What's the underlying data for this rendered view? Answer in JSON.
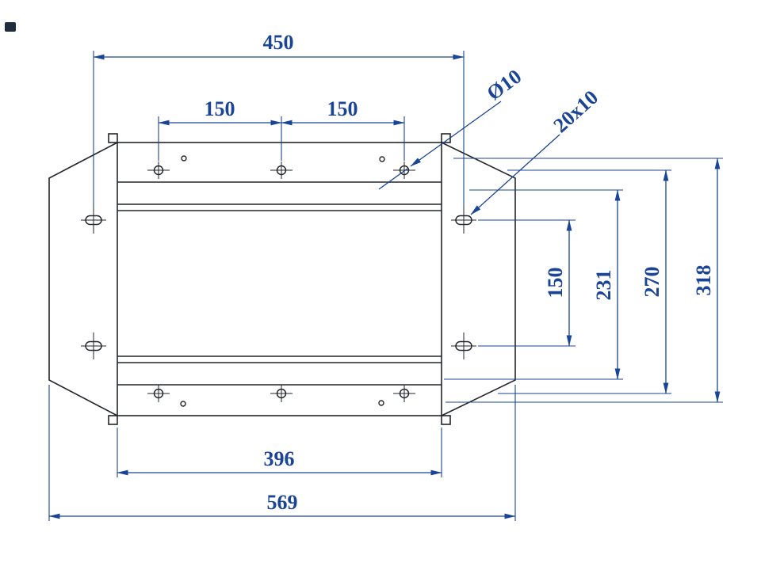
{
  "drawing": {
    "kind": "technical-drawing",
    "subject": "mounting-plate-top-view",
    "colors": {
      "dimension_blue": "#1a4494",
      "part_line": "#23262b",
      "background": "#ffffff"
    },
    "dimensions": {
      "top_slot_span": "450",
      "top_hole_pitch_left": "150",
      "top_hole_pitch_right": "150",
      "hole_diameter_callout": "Ø10",
      "slot_size_callout": "20x10",
      "right_slot_pitch": "150",
      "right_inner_height": "231",
      "right_hole_row_span": "270",
      "right_overall_span": "318",
      "bottom_plate_width": "396",
      "bottom_overall_width": "569"
    }
  }
}
